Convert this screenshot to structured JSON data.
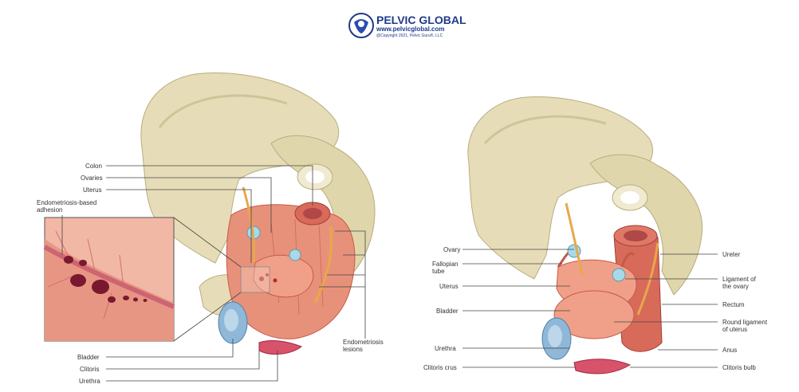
{
  "brand": {
    "title": "PELVIC GLOBAL",
    "url": "www.pelvicglobal.com",
    "copyright": "@Copyright 2021, Pelvic Guru®, LLC"
  },
  "left_diagram": {
    "labels": {
      "colon": "Colon",
      "ovaries": "Ovaries",
      "uterus": "Uterus",
      "adhesion_line1": "Endometriosis-based",
      "adhesion_line2": "adhesion",
      "bladder": "Bladder",
      "clitoris": "Clitoris",
      "urethra": "Urethra",
      "lesions_line1": "Endometriosis",
      "lesions_line2": "lesions"
    }
  },
  "right_diagram": {
    "labels": {
      "ovary": "Ovary",
      "fallopian_line1": "Fallopian",
      "fallopian_line2": "tube",
      "uterus": "Uterus",
      "bladder": "Bladder",
      "urethra": "Urethra",
      "clitoris_crus": "Clitoris crus",
      "ureter": "Ureter",
      "ligament_ovary_line1": "Ligament of",
      "ligament_ovary_line2": "the ovary",
      "rectum": "Rectum",
      "round_ligament_line1": "Round ligament",
      "round_ligament_line2": "of uterus",
      "anus": "Anus",
      "clitoris_bulb": "Clitoris bulb"
    }
  },
  "colors": {
    "bone": "#E6DDB8",
    "bone_shadow": "#C9BE92",
    "tissue": "#E8917A",
    "tissue_dark": "#C45A4A",
    "bladder": "#8FB8D8",
    "ovary": "#A9D9E8",
    "ureter": "#E8A84A",
    "brand": "#1f3a8a"
  }
}
